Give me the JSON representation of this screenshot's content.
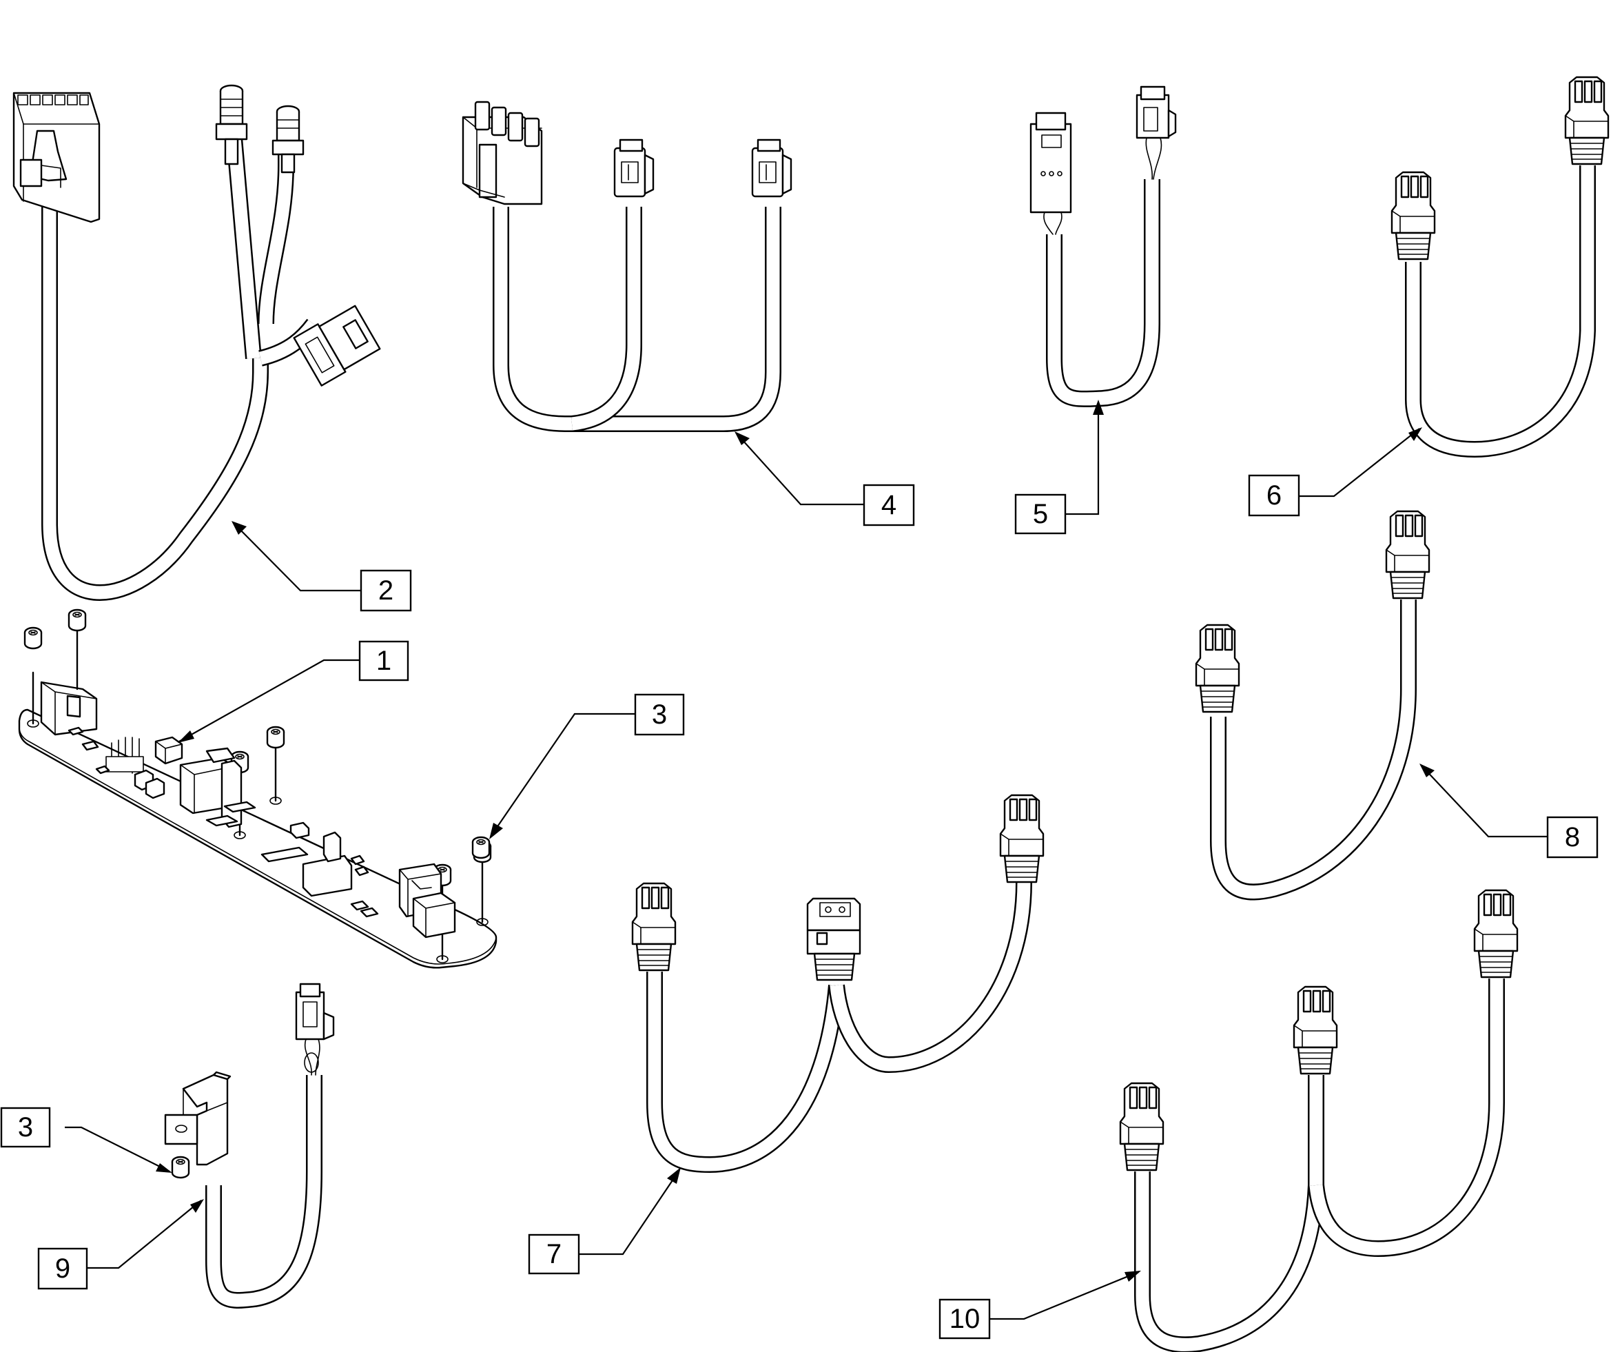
{
  "callouts": [
    {
      "id": "1",
      "label": "1"
    },
    {
      "id": "2",
      "label": "2"
    },
    {
      "id": "3a",
      "label": "3"
    },
    {
      "id": "3b",
      "label": "3"
    },
    {
      "id": "4",
      "label": "4"
    },
    {
      "id": "5",
      "label": "5"
    },
    {
      "id": "6",
      "label": "6"
    },
    {
      "id": "7",
      "label": "7"
    },
    {
      "id": "8",
      "label": "8"
    },
    {
      "id": "9",
      "label": "9"
    },
    {
      "id": "10",
      "label": "10"
    }
  ],
  "colors": {
    "line": "#000000",
    "background": "#ffffff"
  }
}
